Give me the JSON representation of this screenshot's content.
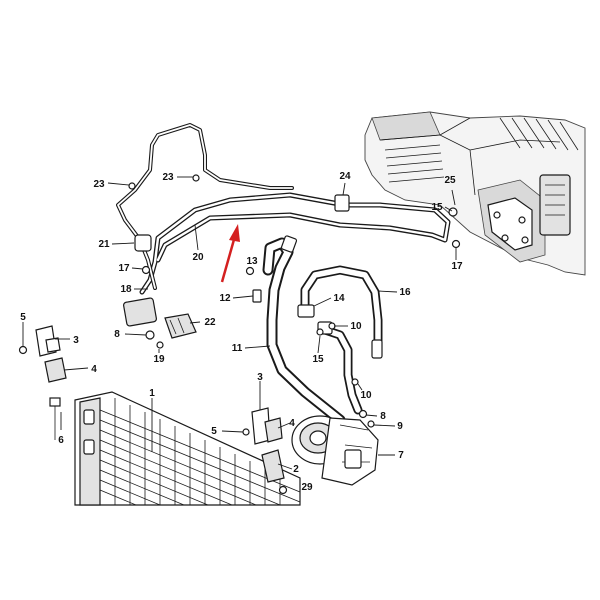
{
  "callouts": [
    {
      "id": "c1",
      "label": "1"
    },
    {
      "id": "c2",
      "label": "2"
    },
    {
      "id": "c3a",
      "label": "3"
    },
    {
      "id": "c3b",
      "label": "3"
    },
    {
      "id": "c4a",
      "label": "4"
    },
    {
      "id": "c4b",
      "label": "4"
    },
    {
      "id": "c5a",
      "label": "5"
    },
    {
      "id": "c5b",
      "label": "5"
    },
    {
      "id": "c6",
      "label": "6"
    },
    {
      "id": "c7",
      "label": "7"
    },
    {
      "id": "c8a",
      "label": "8"
    },
    {
      "id": "c8b",
      "label": "8"
    },
    {
      "id": "c9",
      "label": "9"
    },
    {
      "id": "c10a",
      "label": "10"
    },
    {
      "id": "c10b",
      "label": "10"
    },
    {
      "id": "c11",
      "label": "11"
    },
    {
      "id": "c12",
      "label": "12"
    },
    {
      "id": "c13",
      "label": "13"
    },
    {
      "id": "c14",
      "label": "14"
    },
    {
      "id": "c15a",
      "label": "15"
    },
    {
      "id": "c15b",
      "label": "15"
    },
    {
      "id": "c16",
      "label": "16"
    },
    {
      "id": "c17a",
      "label": "17"
    },
    {
      "id": "c17b",
      "label": "17"
    },
    {
      "id": "c18",
      "label": "18"
    },
    {
      "id": "c19",
      "label": "19"
    },
    {
      "id": "c20",
      "label": "20"
    },
    {
      "id": "c21",
      "label": "21"
    },
    {
      "id": "c22",
      "label": "22"
    },
    {
      "id": "c23a",
      "label": "23"
    },
    {
      "id": "c23b",
      "label": "23"
    },
    {
      "id": "c24",
      "label": "24"
    },
    {
      "id": "c25",
      "label": "25"
    },
    {
      "id": "c29",
      "label": "29"
    }
  ],
  "colors": {
    "line_art": "#1a1a1a",
    "background": "#ffffff",
    "arrow": "#d42020"
  }
}
